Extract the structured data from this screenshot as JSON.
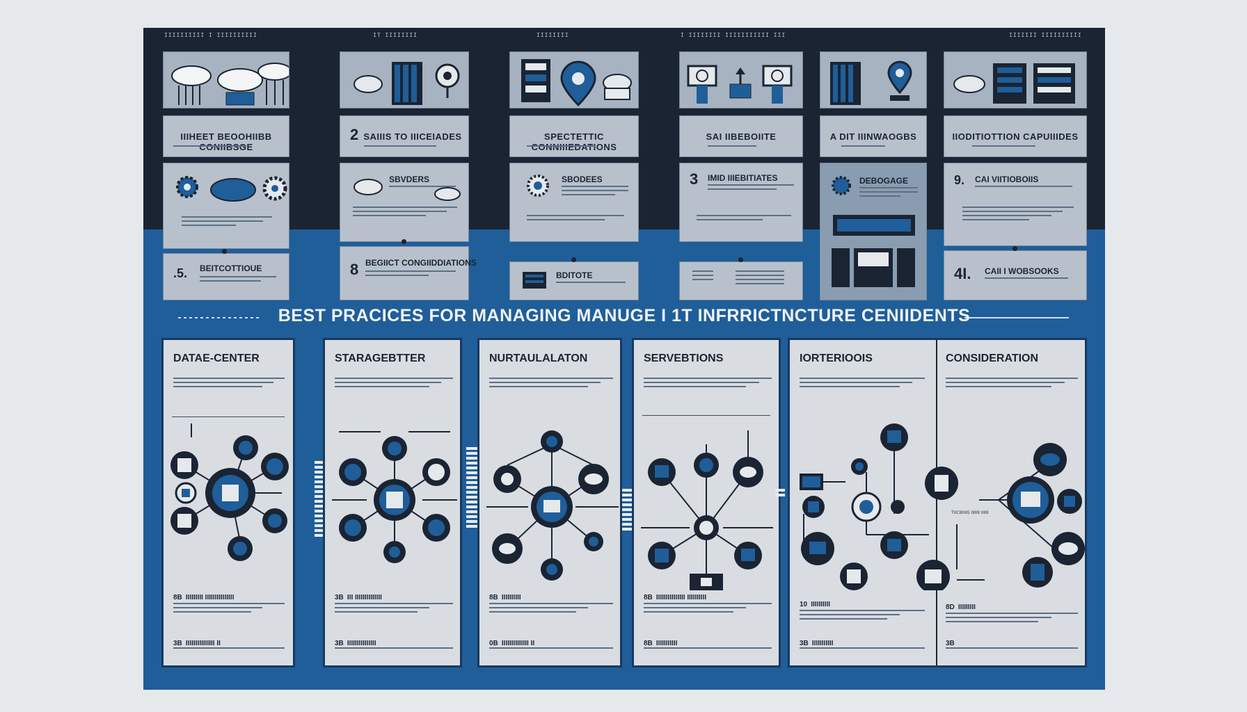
{
  "title": "BEST PRACICES FOR MANAGING MANUGE I 1T INFRRICTNCTURE CENIIDENTS",
  "colors": {
    "navy": "#1a2433",
    "blue": "#1f5e99",
    "panel": "#b8c1cb",
    "paper": "#d9dde2",
    "accent": "#1f5e99"
  },
  "top_labels": [
    "IIIIIIIIII I IIIIIIIIII",
    "IT IIIIIIII",
    "IIIIIIII",
    "I IIIIIIII IIIIIIIIIII III",
    "IIIIIII IIIIIIIIII"
  ],
  "top_columns": [
    {
      "icons": [
        "cloud-icon",
        "cloud-icon",
        "cloud-icon"
      ],
      "head": "IIIHEET BEOOHIIBB CONIIBSGE",
      "num": "",
      "sub": "",
      "sub2": "BEITCOTTIOUE",
      "num2": ".5."
    },
    {
      "icons": [
        "cloud-icon",
        "server-rack-icon",
        "location-pin-icon"
      ],
      "head": "SAIIIS TO IIICEIADES",
      "num": "2",
      "sub": "SBVDERS",
      "sub2": "BEGIICT CONGIIDDIATIONS",
      "num2": "8"
    },
    {
      "icons": [
        "server-icon",
        "location-pin-icon",
        "cloud-icon"
      ],
      "head": "SPECTETTIC CONNIIIEDATIONS",
      "num": "",
      "sub": "SBODEES",
      "sub2": "BDITOTE",
      "num2": ""
    },
    {
      "icons": [
        "monitor-icon",
        "network-icon",
        "monitor-icon"
      ],
      "head": "SAI IIBEBOIITE",
      "num": "3",
      "sub": "IMID IIIEBITIATES",
      "sub2": "",
      "num2": ""
    },
    {
      "icons": [
        "server-rack-icon",
        "location-pin-icon"
      ],
      "head": "A DIT IIINWAOGBS",
      "num": "",
      "sub": "DEBOGAGE",
      "sub2": "",
      "num2": ""
    },
    {
      "icons": [
        "cloud-icon",
        "server-rack-icon",
        "server-rack-icon"
      ],
      "head": "IIODITIOTTION CAPUIIIDES",
      "num": "9.",
      "sub": "CAI VIITIOBOIIS",
      "sub2": "CAII I WOBSOOKS",
      "num2": "4I."
    }
  ],
  "lower_panels": [
    {
      "title": "DATAE-CENTER",
      "foot1_num": "8B",
      "foot1": "IIIIIIIII IIIIIIIIIIIIIII",
      "foot2_num": "3B",
      "foot2": "IIIIIIIIIIIIIII II"
    },
    {
      "title": "STARAGEBTTER",
      "foot1_num": "3B",
      "foot1": "III IIIIIIIIIIIIII",
      "foot2_num": "3B",
      "foot2": "IIIIIIIIIIIIIII"
    },
    {
      "title": "NURTAULALATON",
      "foot1_num": "8B",
      "foot1": "IIIIIIIIII",
      "foot2_num": "0B",
      "foot2": "IIIIIIIIIIIIII II"
    },
    {
      "title": "SERVEBTIONS",
      "foot1_num": "8B",
      "foot1": "IIIIIIIIIIIIIII IIIIIIIIII",
      "foot2_num": "8B",
      "foot2": "IIIIIIIIIII"
    },
    {
      "title": "IORTERIOOIS",
      "foot1_num": "10",
      "foot1": "IIIIIIIIII",
      "foot2_num": "3B",
      "foot2": "IIIIIIIIIII"
    },
    {
      "title": "CONSIDERATION",
      "foot1_num": "8D",
      "foot1": "IIIIIIIII",
      "foot2_num": "3B",
      "foot2": ""
    }
  ],
  "diagram_caption": "TIICIIIIIIG IIIIIII IIIIII"
}
